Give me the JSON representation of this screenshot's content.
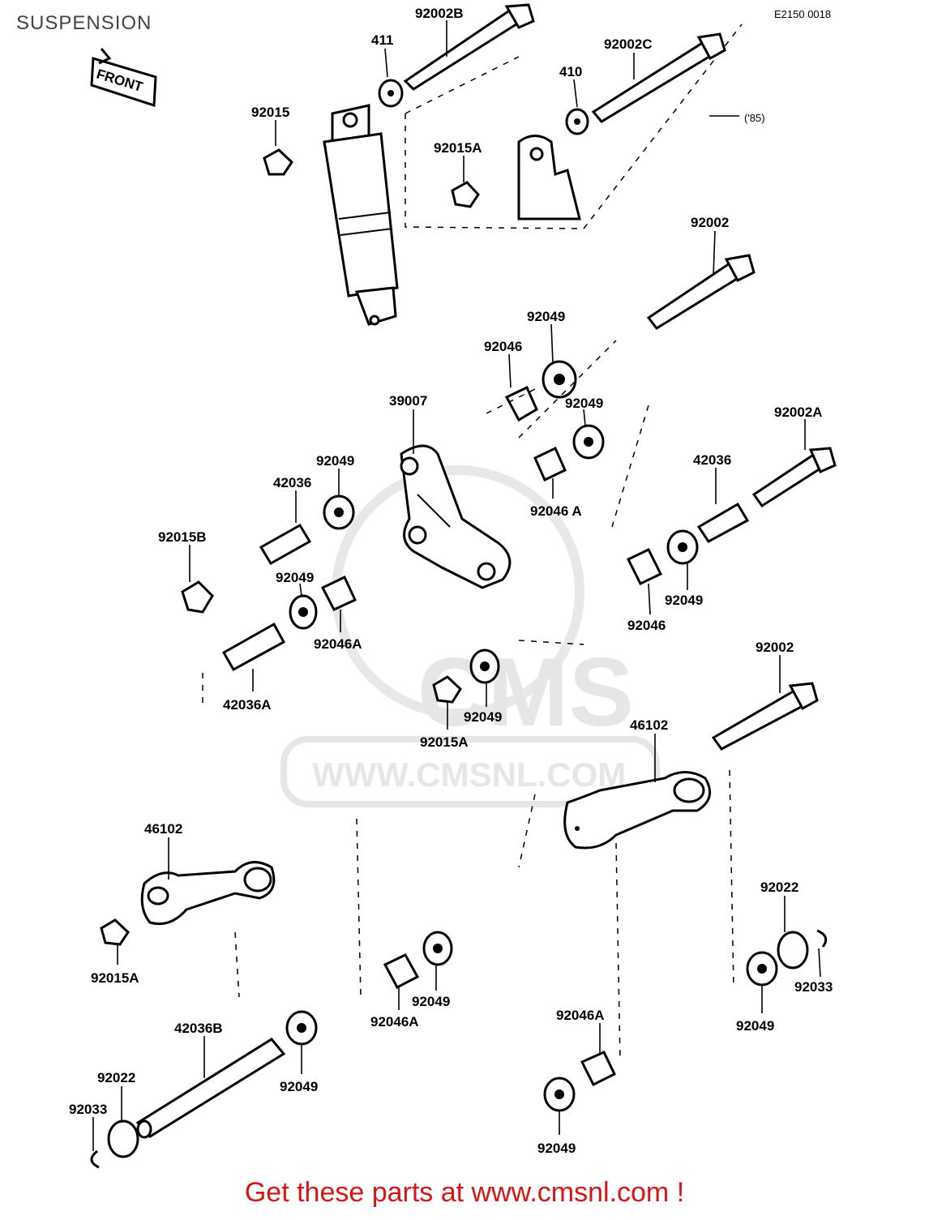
{
  "page": {
    "title": "SUSPENSION",
    "diagram_code": "E2150 0018",
    "front_label": "FRONT",
    "year_note": "('85)",
    "footer": "Get these parts at www.cmsnl.com !"
  },
  "watermark": {
    "logo": "CMS",
    "url": "WWW.CMSNL.COM"
  },
  "parts": [
    {
      "id": "p-92002B",
      "label": "92002B",
      "icon": "long-bolt-icon"
    },
    {
      "id": "p-411",
      "label": "411",
      "icon": "washer-icon"
    },
    {
      "id": "p-92002C",
      "label": "92002C",
      "icon": "long-bolt-icon"
    },
    {
      "id": "p-410",
      "label": "410",
      "icon": "washer-icon"
    },
    {
      "id": "p-92015-top",
      "label": "92015",
      "icon": "nut-icon"
    },
    {
      "id": "p-92015A-top",
      "label": "92015A",
      "icon": "nut-icon"
    },
    {
      "id": "p-92002-top",
      "label": "92002",
      "icon": "long-bolt-icon"
    },
    {
      "id": "p-92049-a",
      "label": "92049",
      "icon": "bearing-icon"
    },
    {
      "id": "p-92046-a",
      "label": "92046",
      "icon": "bushing-icon"
    },
    {
      "id": "p-39007",
      "label": "39007",
      "icon": "rocker-arm-icon"
    },
    {
      "id": "p-92049-b",
      "label": "92049",
      "icon": "bearing-icon"
    },
    {
      "id": "p-92046A-a",
      "label": "92046 A",
      "icon": "bushing-icon"
    },
    {
      "id": "p-92002A",
      "label": "92002A",
      "icon": "long-bolt-icon"
    },
    {
      "id": "p-42036-r",
      "label": "42036",
      "icon": "sleeve-icon"
    },
    {
      "id": "p-92049-c",
      "label": "92049",
      "icon": "bearing-icon"
    },
    {
      "id": "p-42036-l",
      "label": "42036",
      "icon": "sleeve-icon"
    },
    {
      "id": "p-92015B",
      "label": "92015B",
      "icon": "nut-icon"
    },
    {
      "id": "p-92049-d",
      "label": "92049",
      "icon": "bearing-icon"
    },
    {
      "id": "p-92046A-b",
      "label": "92046A",
      "icon": "bushing-icon"
    },
    {
      "id": "p-92049-e",
      "label": "92049",
      "icon": "bearing-icon"
    },
    {
      "id": "p-92046-b",
      "label": "92046",
      "icon": "bushing-icon"
    },
    {
      "id": "p-42036A",
      "label": "42036A",
      "icon": "sleeve-icon"
    },
    {
      "id": "p-92049-f",
      "label": "92049",
      "icon": "bearing-icon"
    },
    {
      "id": "p-92015A-mid",
      "label": "92015A",
      "icon": "nut-icon"
    },
    {
      "id": "p-92002-mid",
      "label": "92002",
      "icon": "long-bolt-icon"
    },
    {
      "id": "p-46102-r",
      "label": "46102",
      "icon": "tie-rod-icon"
    },
    {
      "id": "p-46102-l",
      "label": "46102",
      "icon": "tie-rod-icon"
    },
    {
      "id": "p-92015A-low",
      "label": "92015A",
      "icon": "nut-icon"
    },
    {
      "id": "p-92022-r",
      "label": "92022",
      "icon": "washer-icon"
    },
    {
      "id": "p-92033-r",
      "label": "92033",
      "icon": "circlip-icon"
    },
    {
      "id": "p-92049-g",
      "label": "92049",
      "icon": "bearing-icon"
    },
    {
      "id": "p-92046A-c",
      "label": "92046A",
      "icon": "bushing-icon"
    },
    {
      "id": "p-92049-h",
      "label": "92049",
      "icon": "bearing-icon"
    },
    {
      "id": "p-42036B",
      "label": "42036B",
      "icon": "shaft-icon"
    },
    {
      "id": "p-92049-i",
      "label": "92049",
      "icon": "bearing-icon"
    },
    {
      "id": "p-92022-l",
      "label": "92022",
      "icon": "washer-icon"
    },
    {
      "id": "p-92033-l",
      "label": "92033",
      "icon": "circlip-icon"
    },
    {
      "id": "p-92046A-d",
      "label": "92046A",
      "icon": "bushing-icon"
    },
    {
      "id": "p-92049-j",
      "label": "92049",
      "icon": "bearing-icon"
    }
  ]
}
